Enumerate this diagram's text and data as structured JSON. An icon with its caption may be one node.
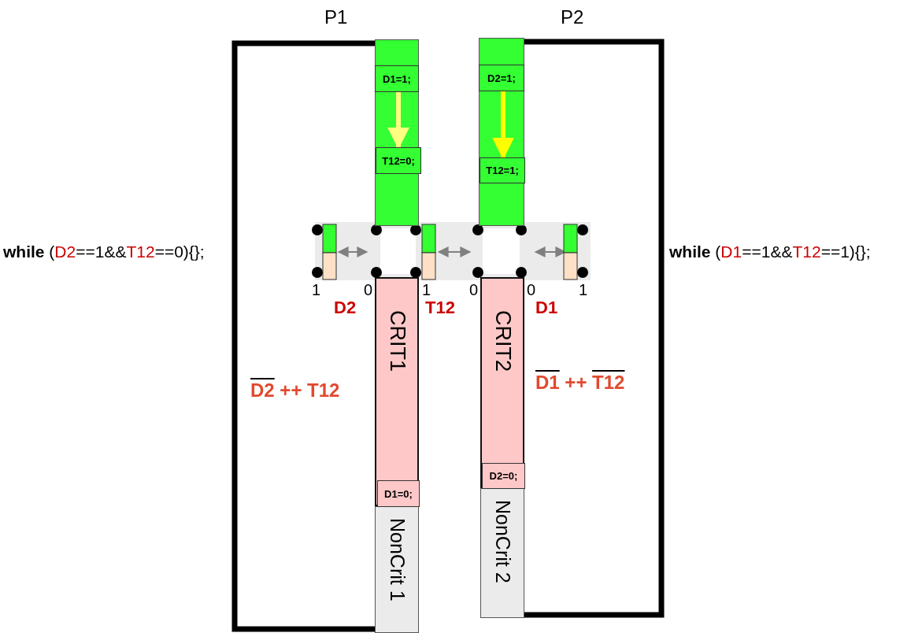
{
  "diagram": {
    "nodes": [
      {
        "text": [],
        "shape": "bar"
      },
      {
        "text": [
          "D1=1;"
        ],
        "in": 0
      },
      {
        "text": [
          "T12=0;"
        ],
        "in": 0
      },
      {
        "text": [],
        "shape": "bar"
      },
      {
        "text": [
          "D2=1;"
        ],
        "in": 3
      },
      {
        "text": [
          "T12=1;"
        ],
        "in": 3
      },
      {
        "text": [
          "CRIT1"
        ]
      },
      {
        "text": [
          "D1=0;"
        ],
        "in": 6
      },
      {
        "text": [
          "CRIT2"
        ]
      },
      {
        "text": [
          "D2=0;"
        ],
        "in": 8
      },
      {
        "text": [
          "NonCrit 1"
        ]
      },
      {
        "text": [
          "NonCrit 2"
        ]
      }
    ],
    "edges": [
      {
        "from": 10,
        "to": 0,
        "arrow": "none"
      },
      {
        "from": 11,
        "to": 3,
        "arrow": "none"
      },
      {
        "from": 1,
        "to": 2,
        "arrow": "to",
        "color": "#ffff80"
      },
      {
        "from": 4,
        "to": 5,
        "arrow": "to",
        "color": "#ffff00"
      }
    ],
    "labels": [
      "P1",
      "P2",
      "**while** (D2==1&&T12==0){};",
      "**while** (D1==1&&T12==1){};",
      "1",
      "0",
      "1",
      "0",
      "0",
      "1",
      "D2",
      "T12",
      "D1",
      "D2 ++ T12",
      "D1 ++ T12"
    ]
  }
}
